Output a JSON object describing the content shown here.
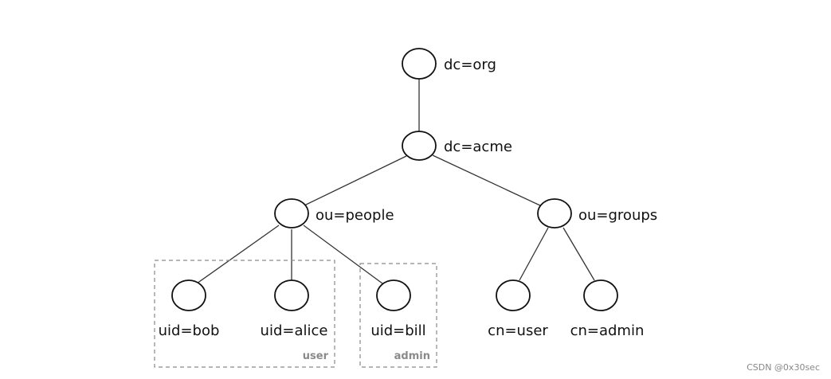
{
  "tree": {
    "nodes": {
      "org": "dc=org",
      "acme": "dc=acme",
      "people": "ou=people",
      "groups": "ou=groups",
      "bob": "uid=bob",
      "alice": "uid=alice",
      "bill": "uid=bill",
      "cnuser": "cn=user",
      "cnadmin": "cn=admin"
    },
    "groups": {
      "user": "user",
      "admin": "admin"
    }
  },
  "watermark": "CSDN @0x30sec",
  "colors": {
    "node_stroke": "#111111",
    "edge": "#333333",
    "group_box": "#8a8a8a"
  }
}
